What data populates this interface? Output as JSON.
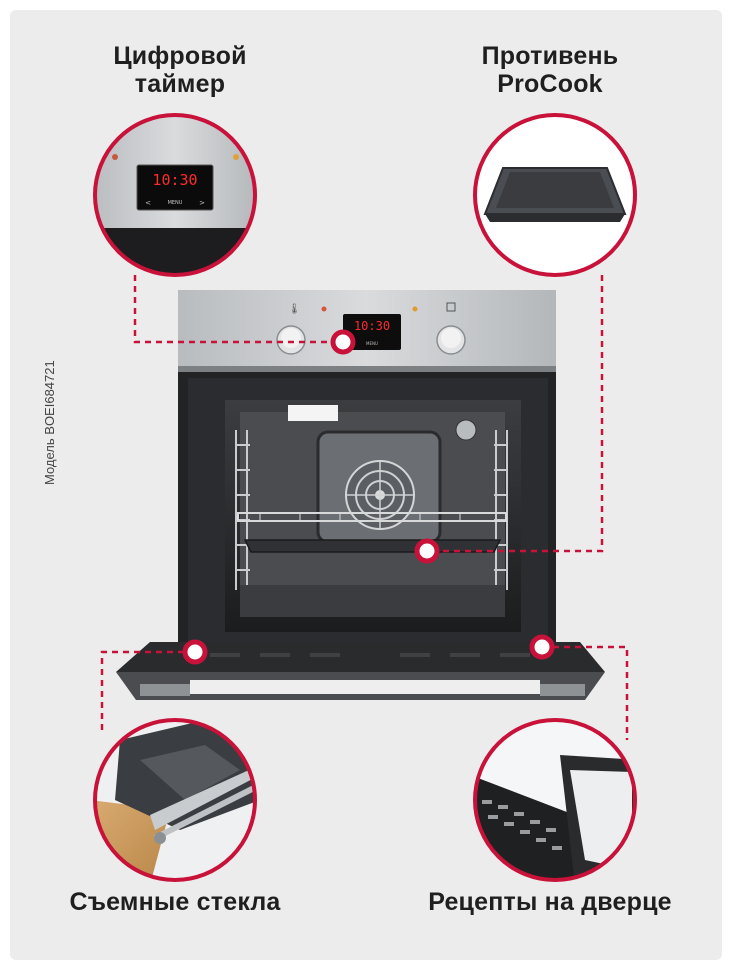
{
  "labels": {
    "timer": "Цифровой\nтаймер",
    "tray": "Противень\nProCook",
    "glass": "Съемные стекла",
    "recipes": "Рецепты на дверце"
  },
  "model": "Модель BOEI684721",
  "display": {
    "time": "10:30",
    "menu": "MENU",
    "nav_left": "<",
    "nav_right": ">"
  },
  "colors": {
    "accent": "#c8123a",
    "steel": "#c9ccce",
    "glass_dark": "#1c1c1e",
    "display_red": "#ff2a2a"
  }
}
